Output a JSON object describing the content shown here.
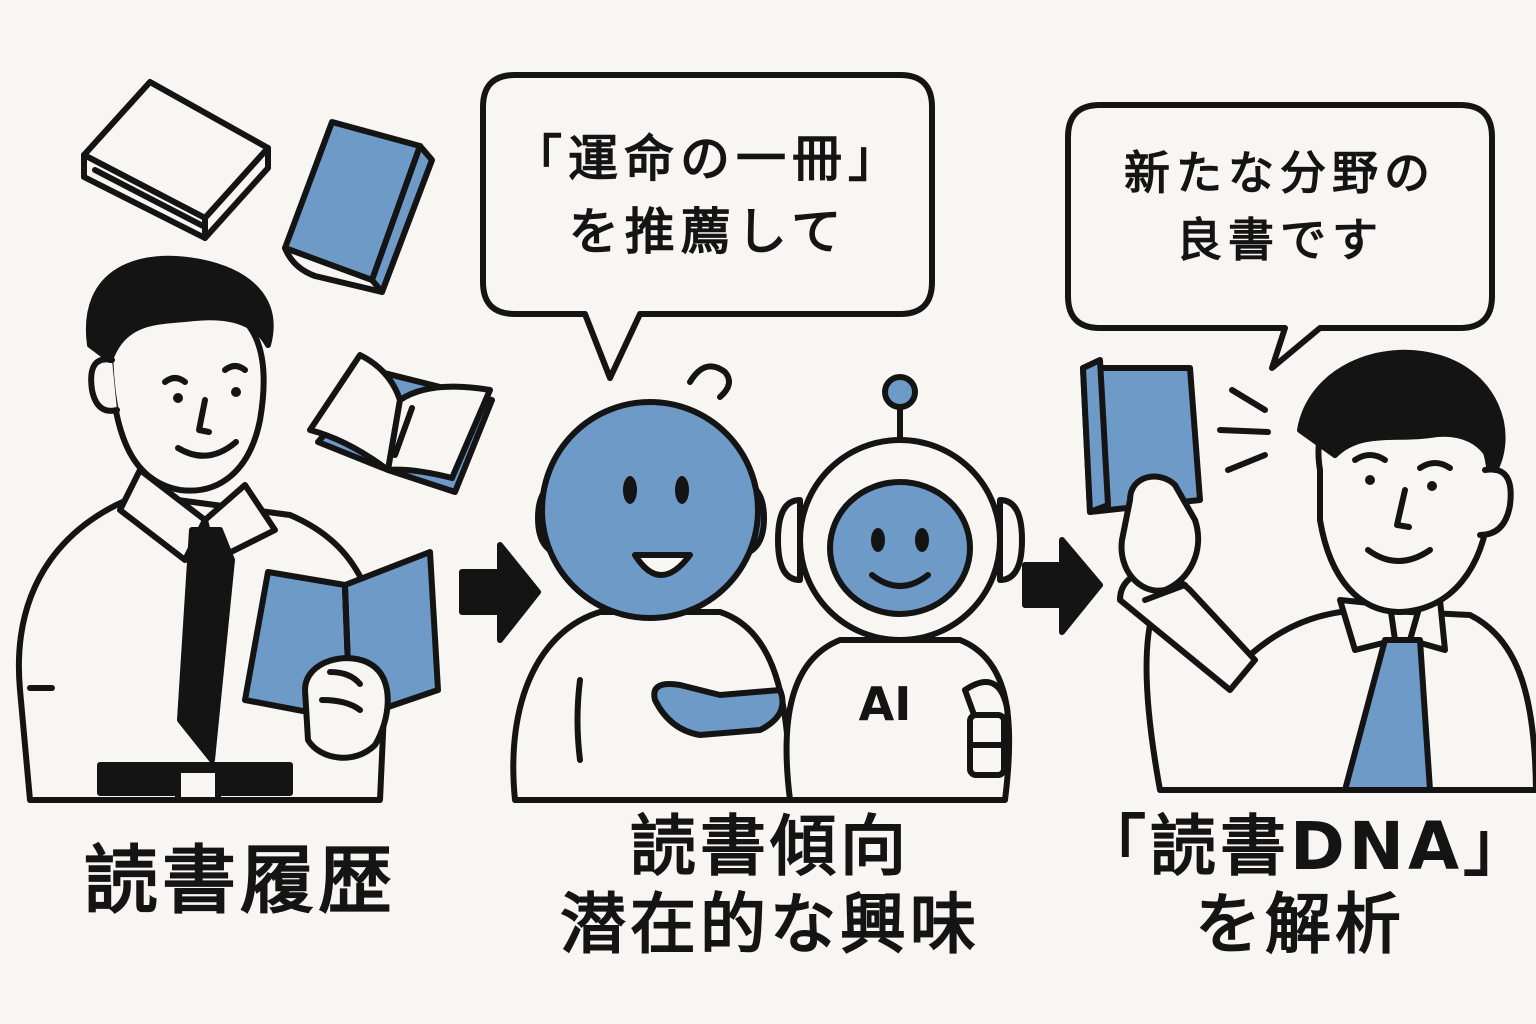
{
  "colors": {
    "background": "#f7f6f2",
    "ink": "#141414",
    "accent_blue": "#6e9ac8"
  },
  "steps": [
    {
      "label_lines": [
        "読書履歴"
      ],
      "icons": [
        "businessman-reading-icon",
        "book-stack-icon",
        "open-book-icon"
      ]
    },
    {
      "label_lines": [
        "読書傾向",
        "潜在的な興味"
      ],
      "speech_lines": [
        "「運命の一冊」",
        "を推薦して"
      ],
      "robot_badge": "AI",
      "icons": [
        "humanoid-robot-icon",
        "ai-robot-icon"
      ]
    },
    {
      "label_lines": [
        "「読書DNA」",
        "を解析"
      ],
      "speech_lines": [
        "新たな分野の",
        "良書です"
      ],
      "icons": [
        "businessman-holding-book-icon"
      ]
    }
  ],
  "arrows": [
    "arrow-right-icon",
    "arrow-right-icon"
  ]
}
